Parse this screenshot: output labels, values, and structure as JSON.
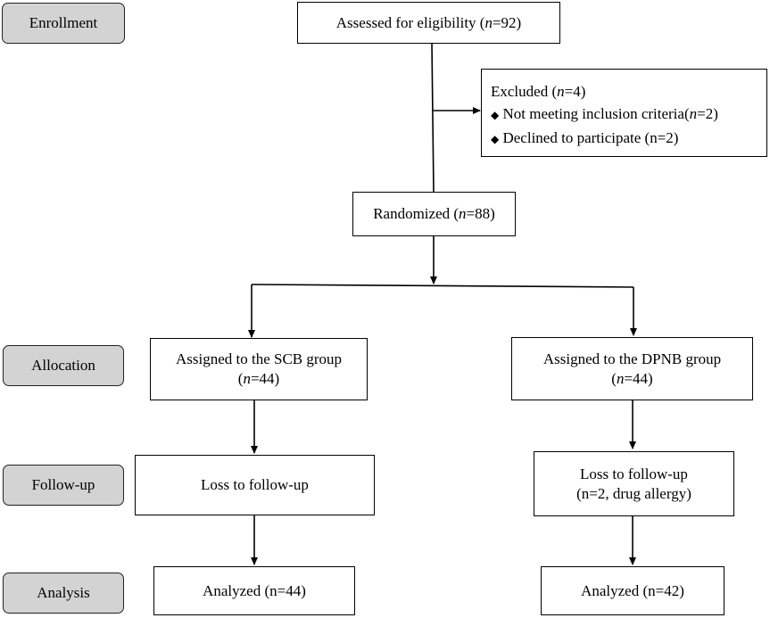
{
  "stages": {
    "enrollment": "Enrollment",
    "allocation": "Allocation",
    "followup": "Follow-up",
    "analysis": "Analysis"
  },
  "assessed": {
    "text": "Assessed for eligibility (",
    "n": "n",
    "value": "=92)"
  },
  "excluded": {
    "title_text": "Excluded (",
    "title_n": "n",
    "title_value": "=4)",
    "bullet": "◆",
    "item1_text": " Not meeting inclusion criteria(",
    "item1_n": "n",
    "item1_value": "=2)",
    "item2_text": "Declined to participate (n=2)"
  },
  "randomized": {
    "text": "Randomized (",
    "n": "n",
    "value": "=88)"
  },
  "scb": {
    "assigned_line1": "Assigned to the SCB group",
    "assigned_line2_open": "(",
    "assigned_n": "n",
    "assigned_value": "=44)",
    "followup": "Loss to follow-up",
    "analysis": "Analyzed (n=44)"
  },
  "dpnb": {
    "assigned_line1": "Assigned to the DPNB group",
    "assigned_line2_open": "(",
    "assigned_n": "n",
    "assigned_value": "=44)",
    "followup_line1": "Loss to follow-up",
    "followup_line2": "(n=2, drug allergy)",
    "analysis": "Analyzed (n=42)"
  }
}
